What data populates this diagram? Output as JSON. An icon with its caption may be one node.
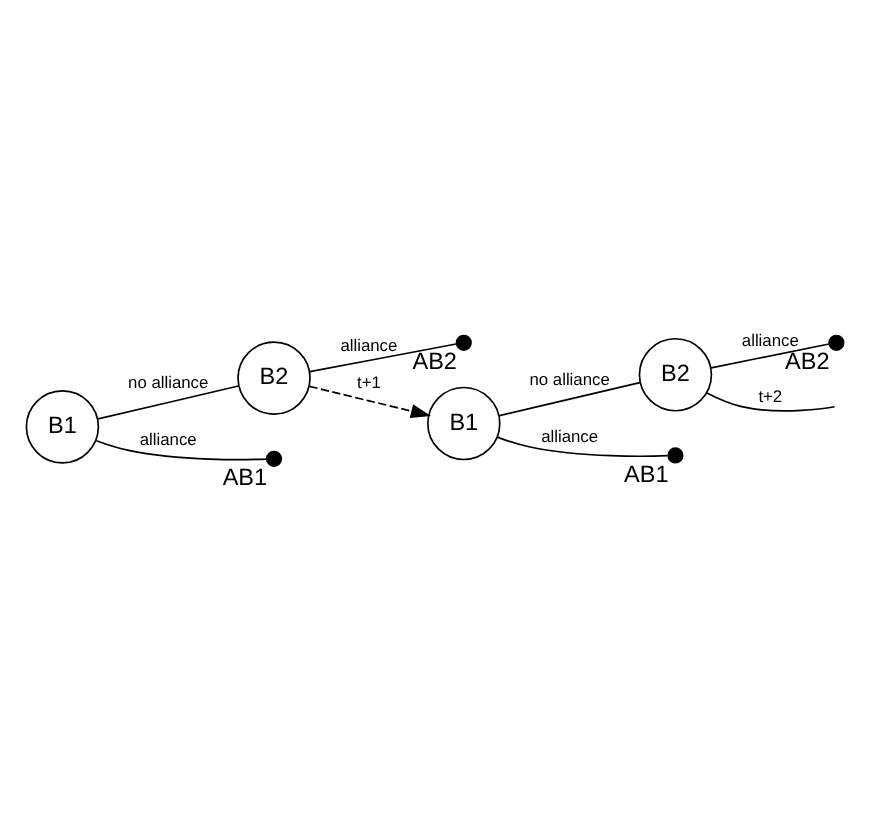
{
  "diagram": {
    "nodes": [
      {
        "text": [
          "B1"
        ]
      },
      {
        "text": [
          "B2"
        ]
      },
      {
        "text": [],
        "shape": "circle",
        "beside": [
          "AB2"
        ]
      },
      {
        "text": [],
        "shape": "circle",
        "beside": [
          "AB1"
        ]
      },
      {
        "text": [
          "B1"
        ]
      },
      {
        "text": [
          "B2"
        ]
      },
      {
        "text": [],
        "shape": "circle",
        "beside": [
          "AB2"
        ]
      },
      {
        "text": [],
        "shape": "circle",
        "beside": [
          "AB1"
        ]
      }
    ],
    "edges": [
      {
        "from": 0,
        "to": 1,
        "arrow": "none",
        "label": "no alliance"
      },
      {
        "from": 0,
        "to": 3,
        "arrow": "none",
        "label": "alliance"
      },
      {
        "from": 1,
        "to": 4,
        "arrow": "to",
        "label": "t+1",
        "style": "dashed"
      },
      {
        "from": 1,
        "to": 2,
        "arrow": "none",
        "label": "alliance"
      },
      {
        "from": 4,
        "to": 5,
        "arrow": "none",
        "label": "no alliance"
      },
      {
        "from": 4,
        "to": 7,
        "arrow": "none",
        "label": "alliance"
      },
      {
        "from": 5,
        "to": null,
        "arrow": "none",
        "label": "t+2"
      },
      {
        "from": 5,
        "to": 6,
        "arrow": "none",
        "label": "alliance"
      }
    ]
  }
}
